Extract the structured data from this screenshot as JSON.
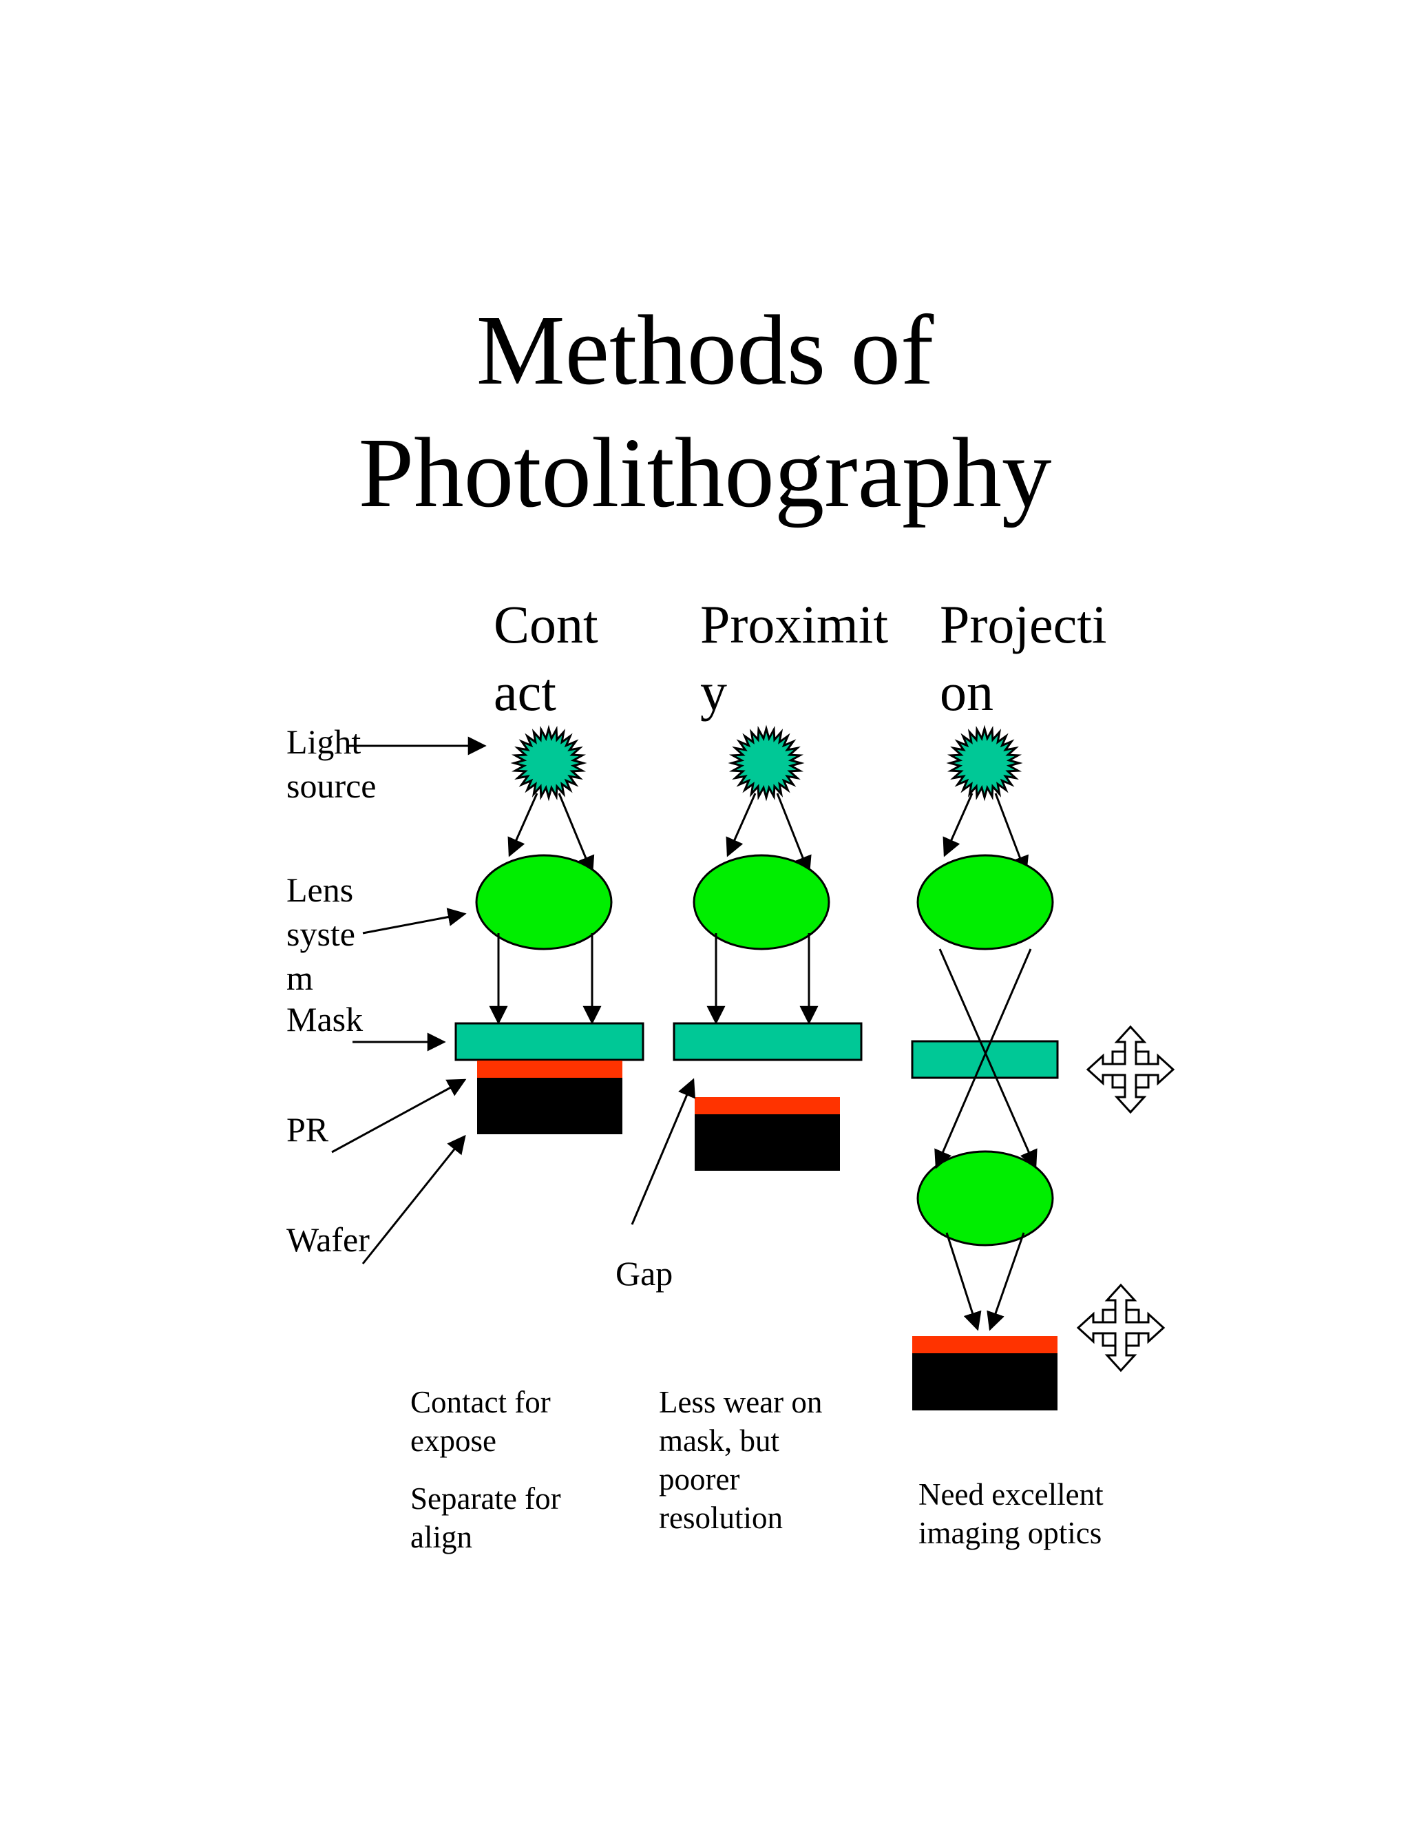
{
  "title": {
    "line1": "Methods of",
    "line2": "Photolithography"
  },
  "columns": [
    {
      "heading_line1": "Cont",
      "heading_line2": "act"
    },
    {
      "heading_line1": "Proximit",
      "heading_line2": "y"
    },
    {
      "heading_line1": "Projecti",
      "heading_line2": "on"
    }
  ],
  "labels": {
    "light_source": {
      "line1": "Light",
      "line2": "source"
    },
    "lens_system": {
      "line1": "Lens",
      "line2": "syste",
      "line3": "m"
    },
    "mask": "Mask",
    "pr": "PR",
    "wafer": "Wafer",
    "gap": "Gap"
  },
  "notes": {
    "contact": {
      "p1_line1": "Contact for",
      "p1_line2": "expose",
      "p2_line1": "Separate for",
      "p2_line2": "align"
    },
    "proximity": {
      "line1": "Less wear on",
      "line2": "mask, but",
      "line3": "poorer",
      "line4": "resolution"
    },
    "projection": {
      "line1": "Need excellent",
      "line2": "imaging optics"
    }
  },
  "colors": {
    "light_source": "#00c896",
    "lens": "#00ee00",
    "mask": "#00c896",
    "photoresist": "#ff3300",
    "wafer": "#000000"
  },
  "icons": [
    "light-source-starburst-icon",
    "move-arrows-icon"
  ]
}
